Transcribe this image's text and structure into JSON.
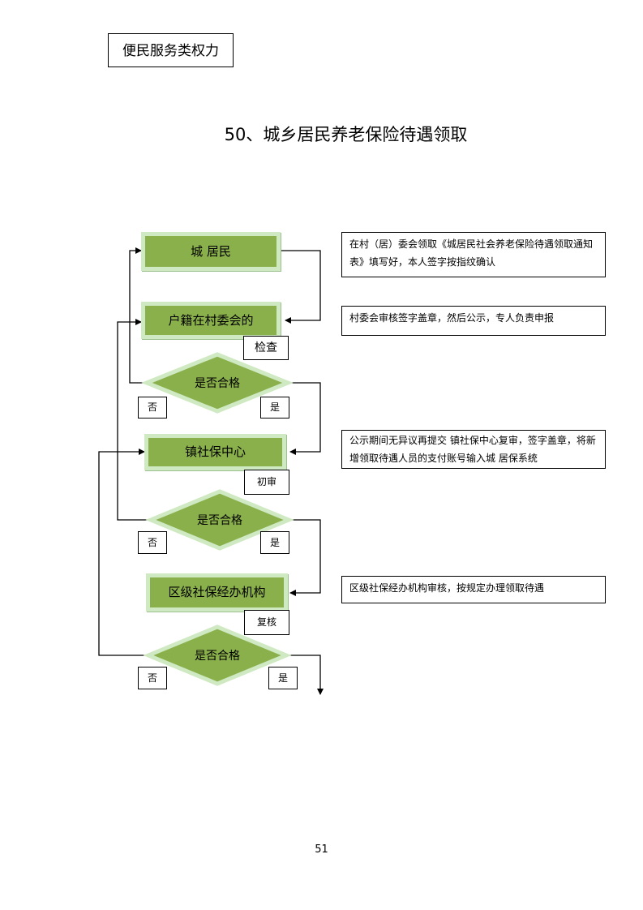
{
  "header": {
    "category": "便民服务类权力"
  },
  "page_title": "50、城乡居民养老保险待遇领取",
  "steps": [
    {
      "label": "城  居民"
    },
    {
      "label": "户籍在村委会的",
      "tag": "检查"
    },
    {
      "label": "镇社保中心",
      "tag": "初审"
    },
    {
      "label": "区级社保经办机构",
      "tag": "复核"
    }
  ],
  "decisions": [
    {
      "label": "是否合格",
      "no": "否",
      "yes": "是"
    },
    {
      "label": "是否合格",
      "no": "否",
      "yes": "是"
    },
    {
      "label": "是否合格",
      "no": "否",
      "yes": "是"
    }
  ],
  "notes": [
    "在村（居）委会领取《城居民社会养老保险待遇领取通知表》填写好，本人签字按指纹确认",
    "村委会审核签字盖章，然后公示，专人负责申报",
    "公示期间无异议再提交 镇社保中心复审，签字盖章，将新增领取待遇人员的支付账号输入城 居保系统",
    "区级社保经办机构审核，按规定办理领取待遇"
  ],
  "colors": {
    "node_fill": "#8ab04c",
    "node_border": "#cfe9c2",
    "line": "#000000"
  },
  "footer": {
    "page_number": "51"
  }
}
